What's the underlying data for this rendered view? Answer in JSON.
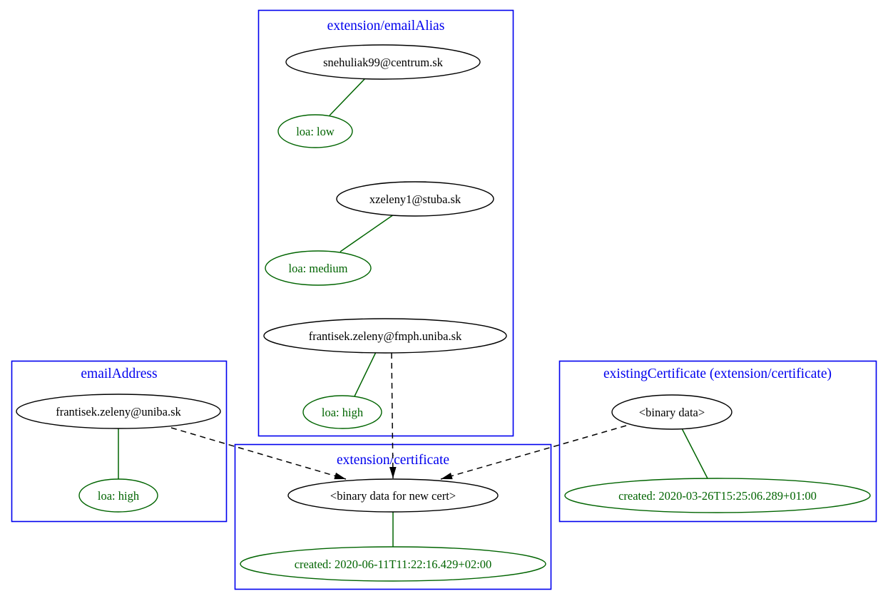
{
  "colors": {
    "cluster": "#0000ee",
    "entity": "#000000",
    "attribute": "#006400",
    "relation": "#000000",
    "node_fill": "#ffffff",
    "background": "#ffffff"
  },
  "clusters": [
    {
      "title": "extension/emailAlias",
      "entities": [
        {
          "label": "snehuliak99@centrum.sk",
          "attribute": "loa: low"
        },
        {
          "label": "xzeleny1@stuba.sk",
          "attribute": "loa: medium"
        },
        {
          "label": "frantisek.zeleny@fmph.uniba.sk",
          "attribute": "loa: high"
        }
      ]
    },
    {
      "title": "emailAddress",
      "entities": [
        {
          "label": "frantisek.zeleny@uniba.sk",
          "attribute": "loa: high"
        }
      ]
    },
    {
      "title": "existingCertificate (extension/certificate)",
      "entities": [
        {
          "label": "<binary data>",
          "attribute": "created: 2020-03-26T15:25:06.289+01:00"
        }
      ]
    },
    {
      "title": "extension/certificate",
      "entities": [
        {
          "label": "<binary data for new cert>",
          "attribute": "created: 2020-06-11T11:22:16.429+02:00"
        }
      ]
    }
  ],
  "relations": [
    {
      "from": "frantisek.zeleny@uniba.sk",
      "to": "<binary data for new cert>",
      "style": "dashed-arrow"
    },
    {
      "from": "frantisek.zeleny@fmph.uniba.sk",
      "to": "<binary data for new cert>",
      "style": "dashed-arrow"
    },
    {
      "from": "<binary data>",
      "to": "<binary data for new cert>",
      "style": "dashed-arrow"
    }
  ]
}
